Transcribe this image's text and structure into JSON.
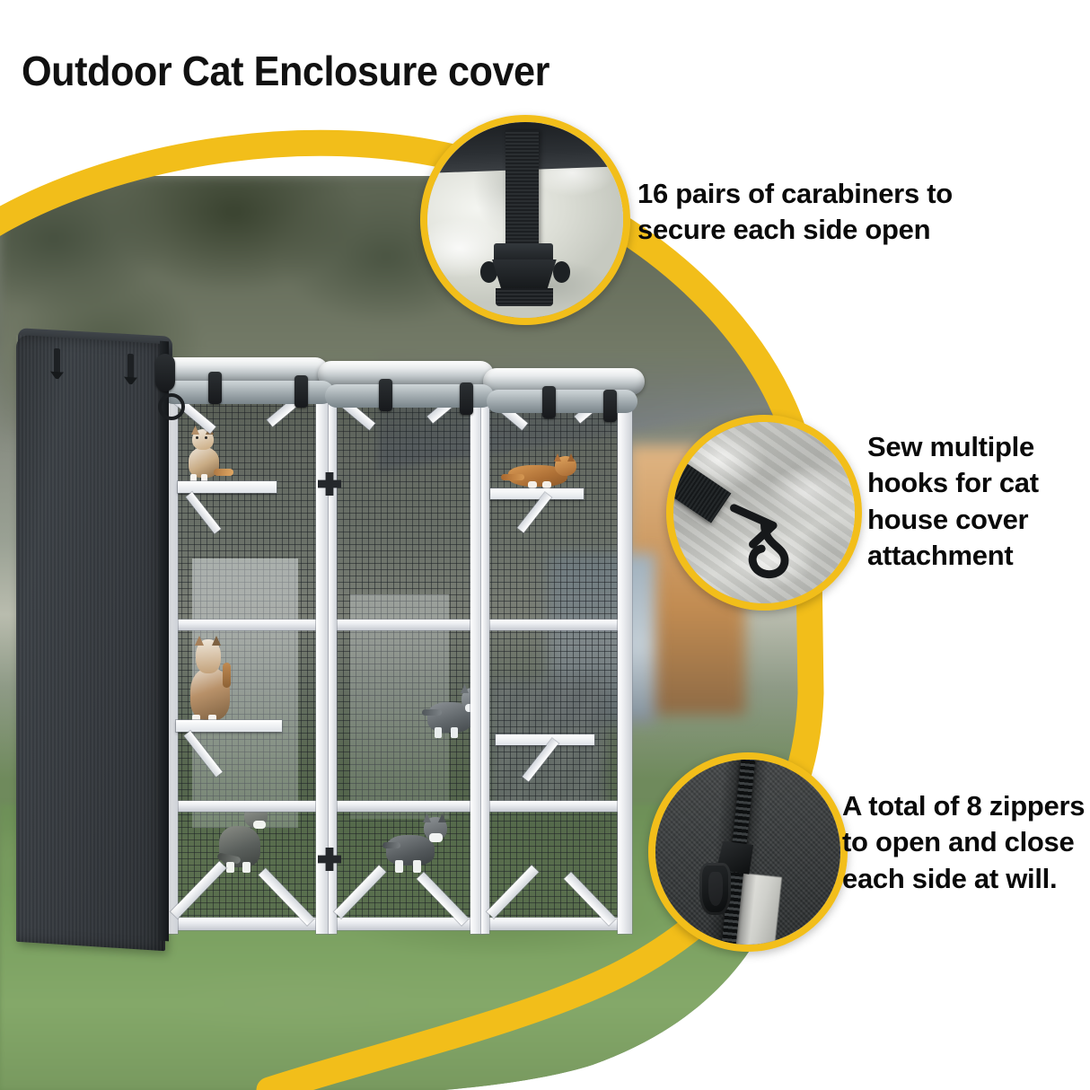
{
  "page": {
    "title": "Outdoor Cat Enclosure cover",
    "background_color": "#ffffff",
    "accent_color": "#F2BE1A"
  },
  "callouts": [
    {
      "id": "carabiners",
      "text": "16 pairs of carabiners to secure each side open",
      "badge_icon": "buckle-strap-photo",
      "badge_subject": "black webbing strap with side-release buckle on white cover fabric"
    },
    {
      "id": "hooks",
      "text": "Sew multiple hooks for cat house cover attachment",
      "badge_icon": "hook-strap-photo",
      "badge_subject": "black plastic hook on webbing strap over silver fabric"
    },
    {
      "id": "zippers",
      "text": "A total of 8 zippers to open and close each side at will.",
      "badge_icon": "zipper-photo",
      "badge_subject": "black zipper with pull tab on dark charcoal cover fabric"
    }
  ],
  "product_photo": {
    "subject": "outdoor wooden cat enclosure (catio) with dark gray waterproof cover rolled up at top",
    "cover_color": "#33373b",
    "frame_color": "#f2f4f7",
    "ground": "green lawn",
    "cats": [
      {
        "name": "calico-cat-upper-left",
        "coat": "calico"
      },
      {
        "name": "ginger-cat-upper-right",
        "coat": "ginger tabby"
      },
      {
        "name": "calico-cat-middle-left",
        "coat": "calico"
      },
      {
        "name": "grey-cat-middle-right",
        "coat": "grey tabby"
      },
      {
        "name": "tabby-cat-lower-left",
        "coat": "brown tabby"
      },
      {
        "name": "tabby-cat-lower-centre",
        "coat": "grey tabby"
      }
    ]
  }
}
